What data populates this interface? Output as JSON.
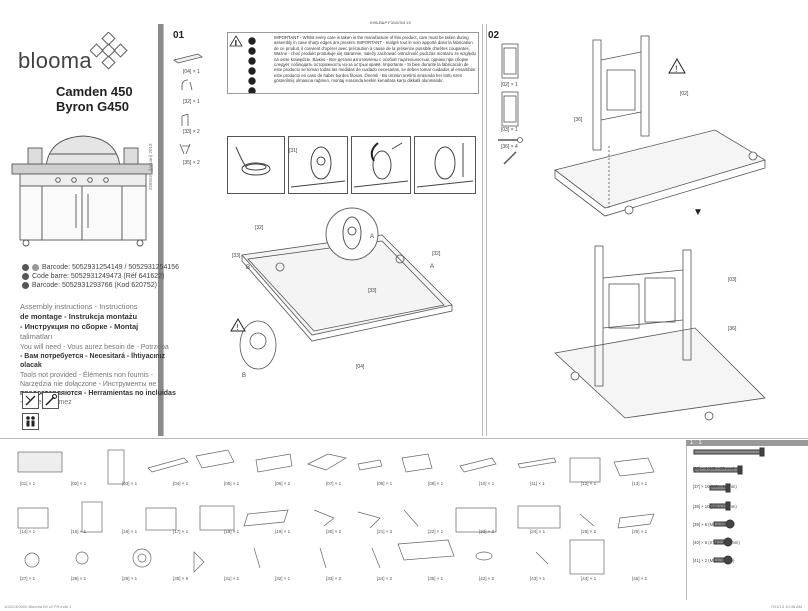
{
  "header": {
    "code": "KH6-B&P F3/10/3/4 13"
  },
  "cover": {
    "brand": "blooma",
    "model_1": "Camden 450",
    "model_2": "Byron G450",
    "side_code": "3285021 (januari) 2013",
    "barcodes": [
      "Barcode: 5052931254149 / 5052931254156",
      "Code barre: 5052931249473 (Réf 641622)",
      "Barcode: 5052931293766 (Kod 620752)"
    ],
    "assembly_1": "Assembly instructions - Instructions",
    "assembly_2": "de montage - Instrukcja montażu",
    "assembly_3": "- Инструкция по сборке - Montaj",
    "assembly_4": "talimatları",
    "need_1": "You will need - Vous aurez besoin de - Potrzeba",
    "need_2": "- Вам потребуется - Necesitará - İhtiyacınız",
    "need_3": "olacak",
    "notprov_1": "Tools not provided - Éléments non fournis -",
    "notprov_2": "Narzędzia nie dołączone - Инструменты не",
    "notprov_3": "предоставляются - Herramientas no incluidas",
    "notprov_4": "- Aletler verilmez"
  },
  "step1": {
    "number": "01",
    "warning": "IMPORTANT - Whilst every care is taken in the manufacture of this product, care must be taken during assembly in case sharp edges are present. IMPORTANT - malgré tout le soin apporté dans la fabrication de ce produit, il convient d'opérer avec précaution à cause de la présence possible d'arêtes coupantes. Ważne - choć produkt produkuje się starannie, należy zachować ostrożność podczas montażu ze względu na ostre krawędzie. Важно - Все детали изготовлены с особой тщательностью, однако при сборке следует соблюдать осторожность из-за острых краёв. Importante - Si bien durante la fabricación de este producto se toman todas las medidas de cuidado necesarias, se deben tomar cuidados al ensamblar este producto en caso de haber bordes filosos. Önemli - Bu ürünün üretimi sırasında her türlü özen gösterilmiş olmasına rağmen, montaj sırasında keskin kenarlara karşı dikkatli olunmalıdır.",
    "parts": [
      "[04] × 1",
      "[32] × 1",
      "[33] × 2",
      "[35] × 2"
    ],
    "labels": {
      "l31": "[31]",
      "l32a": "[32]",
      "l32b": "[32]",
      "l33a": "[33]",
      "l33b": "[33]",
      "l04": "[04]",
      "la1": "A",
      "la2": "A",
      "lb1": "B",
      "lb2": "B"
    }
  },
  "step2": {
    "number": "02",
    "parts": [
      "[02] × 1",
      "[03] × 1",
      "[36] × 4"
    ],
    "labels": {
      "l02": "[02]",
      "l36a": "[36]",
      "l03": "[03]",
      "l36b": "[36]"
    }
  },
  "parts_panel": {
    "scale": "1 : 1",
    "row1": [
      "[01] × 1",
      "[02] × 1",
      "[03] × 1",
      "[04] × 1",
      "[05] × 1",
      "[06] × 2",
      "[07] × 1",
      "[08] × 1",
      "[09] × 1",
      "[10] × 1",
      "[11] × 1",
      "[12] × 1",
      "[13] × 1"
    ],
    "row2": [
      "[14] × 1",
      "[15] × 1",
      "[16] × 1",
      "[17] × 1",
      "[18] × 1",
      "[19] × 1",
      "[20] × 2",
      "[21] × 2",
      "[22] × 1",
      "[23] × 3",
      "[24] × 1",
      "[25] × 2",
      "[26] × 1"
    ],
    "row3": [
      "[27] × 1",
      "[28] × 1",
      "[29] × 1",
      "[30] × 8",
      "[31] × 1",
      "[32] × 1",
      "[33] × 2",
      "[34] × 2",
      "[35] × 1",
      "[42] × 2",
      "[43] × 1",
      "[44] × 1",
      "[45] × 1"
    ],
    "screws": [
      "[36] × 4 (M6 × 80 mm)",
      "[37] × 10 (M6 × 12 mm)",
      "[38] × 10 (M6 × 12 mm)",
      "[39] × 6 (M5 × 10 mm)",
      "[40] × 6 (ST4.2 × 10 mm)",
      "[41] × 2 (M5 × 10 mm)"
    ]
  },
  "footer": {
    "left": "1/24/13/0000 Blooma IM v2 FR.indd 1",
    "right": "7/01/13 10:46 AM"
  }
}
